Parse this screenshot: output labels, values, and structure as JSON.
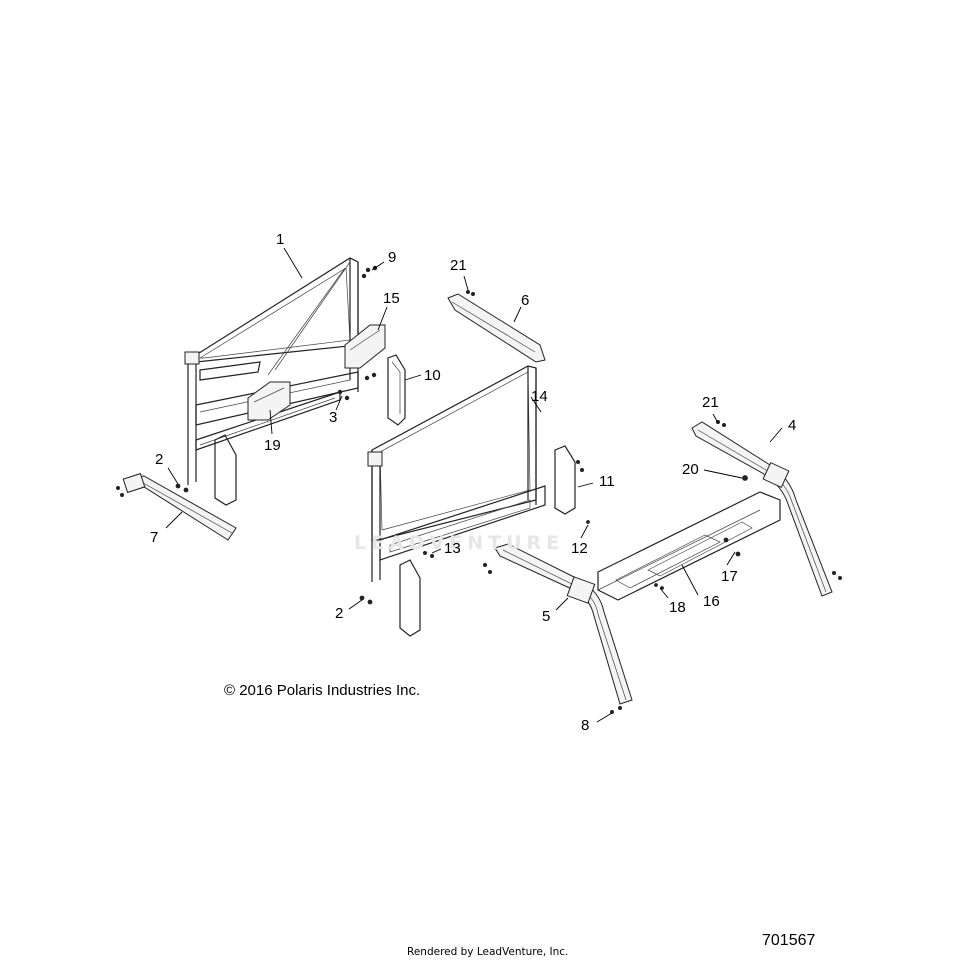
{
  "diagram": {
    "copyright": "© 2016 Polaris Industries Inc.",
    "diagram_id": "701567",
    "rendered_by": "Rendered by LeadVenture, Inc.",
    "watermark": "LEADVENTURE",
    "callouts": [
      {
        "id": "c1",
        "label": "1"
      },
      {
        "id": "c9",
        "label": "9"
      },
      {
        "id": "c21a",
        "label": "21"
      },
      {
        "id": "c6",
        "label": "6"
      },
      {
        "id": "c15",
        "label": "15"
      },
      {
        "id": "c10",
        "label": "10"
      },
      {
        "id": "c14",
        "label": "14"
      },
      {
        "id": "c3",
        "label": "3"
      },
      {
        "id": "c19",
        "label": "19"
      },
      {
        "id": "c21b",
        "label": "21"
      },
      {
        "id": "c4",
        "label": "4"
      },
      {
        "id": "c2a",
        "label": "2"
      },
      {
        "id": "c20",
        "label": "20"
      },
      {
        "id": "c11",
        "label": "11"
      },
      {
        "id": "c7",
        "label": "7"
      },
      {
        "id": "c12",
        "label": "12"
      },
      {
        "id": "c13",
        "label": "13"
      },
      {
        "id": "c17",
        "label": "17"
      },
      {
        "id": "c2b",
        "label": "2"
      },
      {
        "id": "c5",
        "label": "5"
      },
      {
        "id": "c18",
        "label": "18"
      },
      {
        "id": "c16",
        "label": "16"
      },
      {
        "id": "c8",
        "label": "8"
      }
    ]
  }
}
